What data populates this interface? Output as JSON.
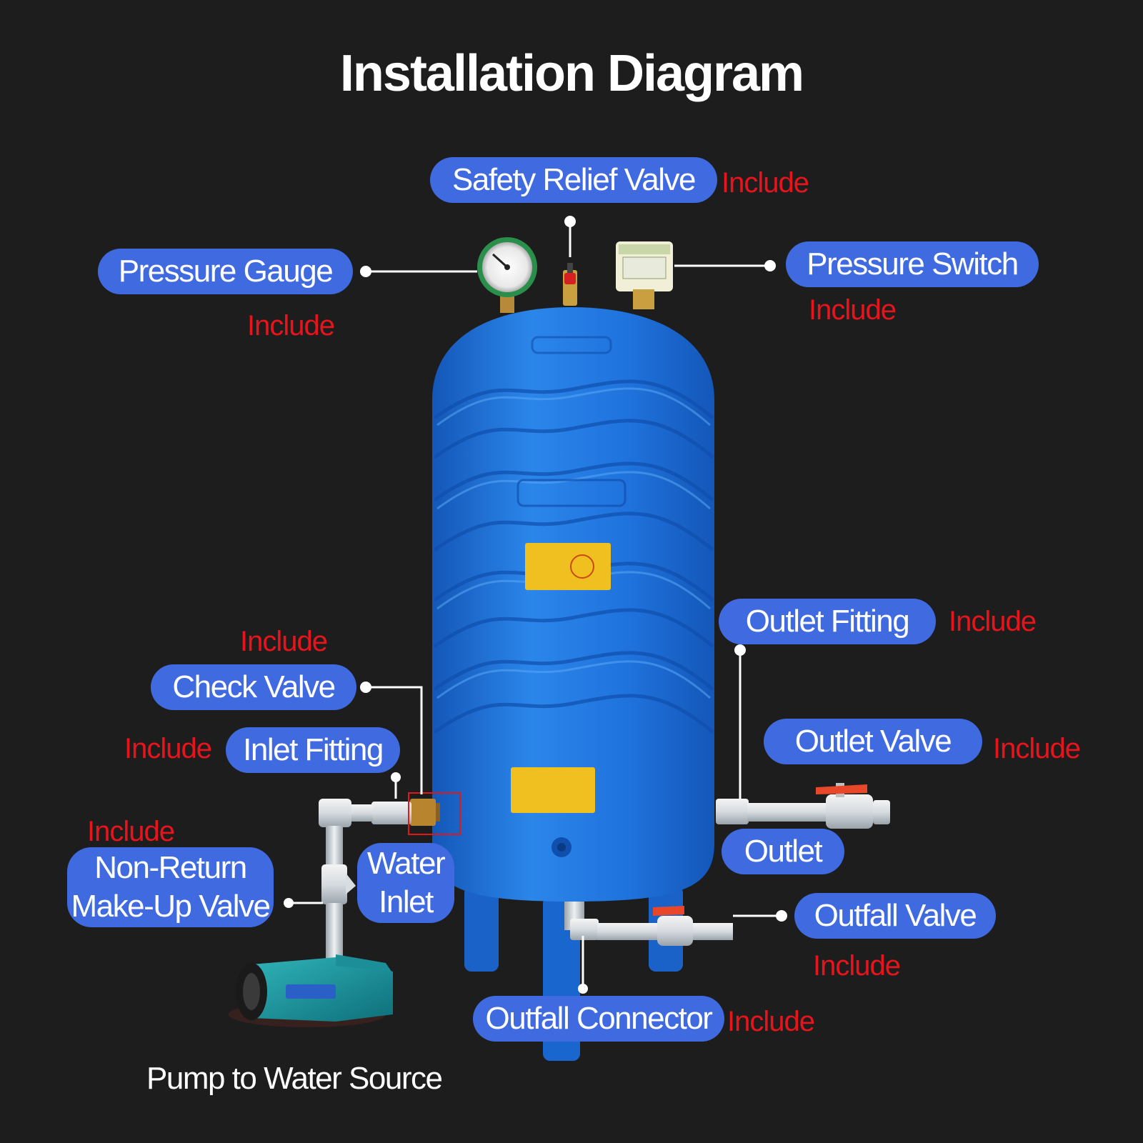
{
  "title": "Installation Diagram",
  "include_label": "Include",
  "labels": {
    "safety_relief_valve": "Safety Relief Valve",
    "pressure_gauge": "Pressure Gauge",
    "pressure_switch": "Pressure Switch",
    "outlet_fitting": "Outlet Fitting",
    "check_valve": "Check Valve",
    "inlet_fitting": "Inlet Fitting",
    "outlet_valve": "Outlet Valve",
    "non_return_line1": "Non-Return",
    "non_return_line2": "Make-Up Valve",
    "water_inlet_line1": "Water",
    "water_inlet_line2": "Inlet",
    "outlet": "Outlet",
    "outfall_valve": "Outfall Valve",
    "outfall_connector": "Outfall Connector",
    "pump_caption": "Pump to Water Source"
  },
  "colors": {
    "background": "#1d1d1e",
    "pill": "#3f6ae0",
    "include": "#e8141c",
    "tank": "#1e6fd6"
  }
}
